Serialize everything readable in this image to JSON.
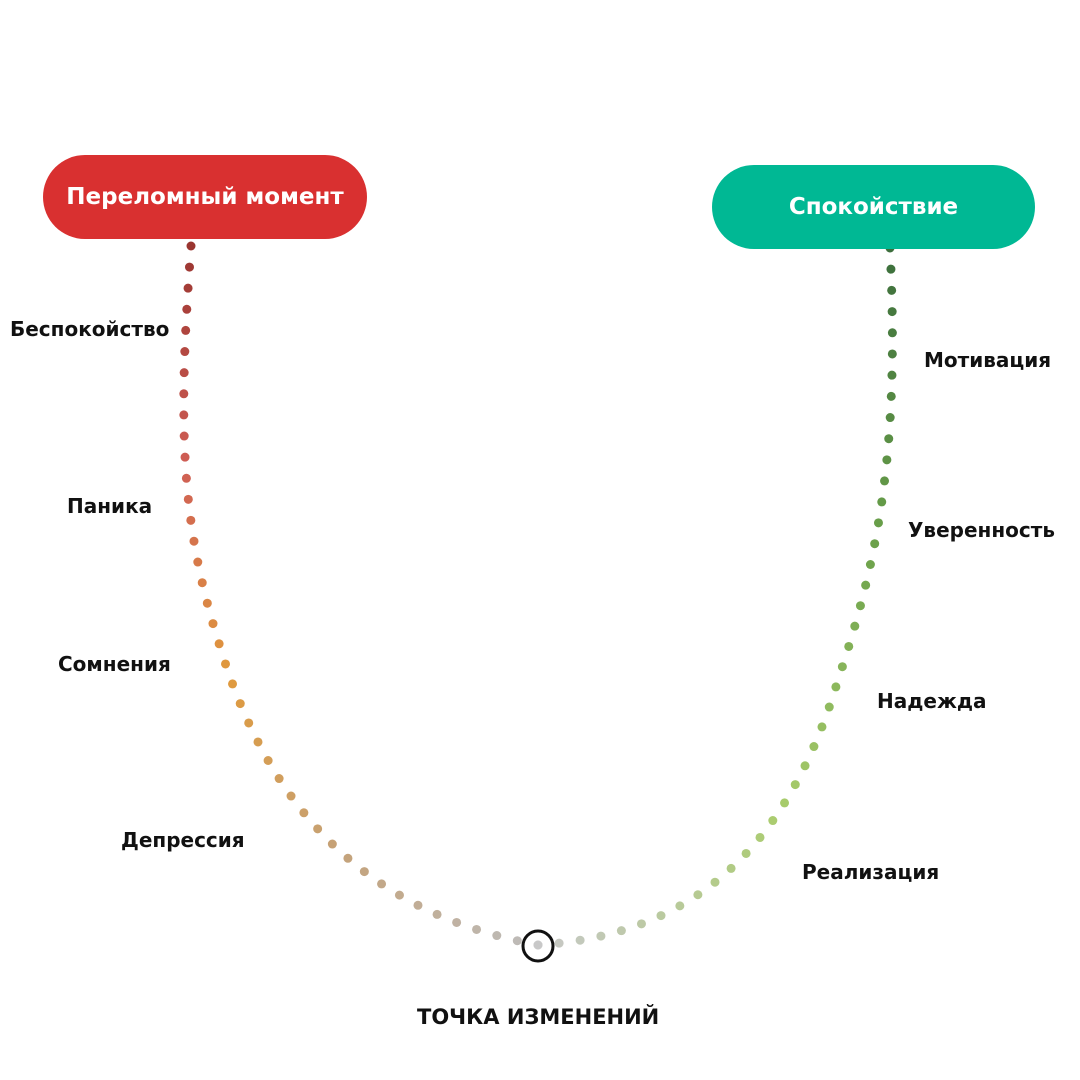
{
  "start_pill": {
    "label": "Переломный момент",
    "color": "#d93030"
  },
  "end_pill": {
    "label": "Спокойствие",
    "color": "#00b894"
  },
  "left_stages": [
    "Беспокойство",
    "Паника",
    "Сомнения",
    "Депрессия"
  ],
  "right_stages": [
    "Мотивация",
    "Уверенность",
    "Надежда",
    "Реализация"
  ],
  "bottom_label": "ТОЧКА ИЗМЕНЕНИЙ",
  "gradient_colors": {
    "left": [
      "#9a3530",
      "#cf5e55",
      "#e09a3c",
      "#c4a27a",
      "#bdbdbd"
    ],
    "right": [
      "#c8c8c8",
      "#a9cc6c",
      "#6aa04a",
      "#3c6e3c"
    ]
  }
}
